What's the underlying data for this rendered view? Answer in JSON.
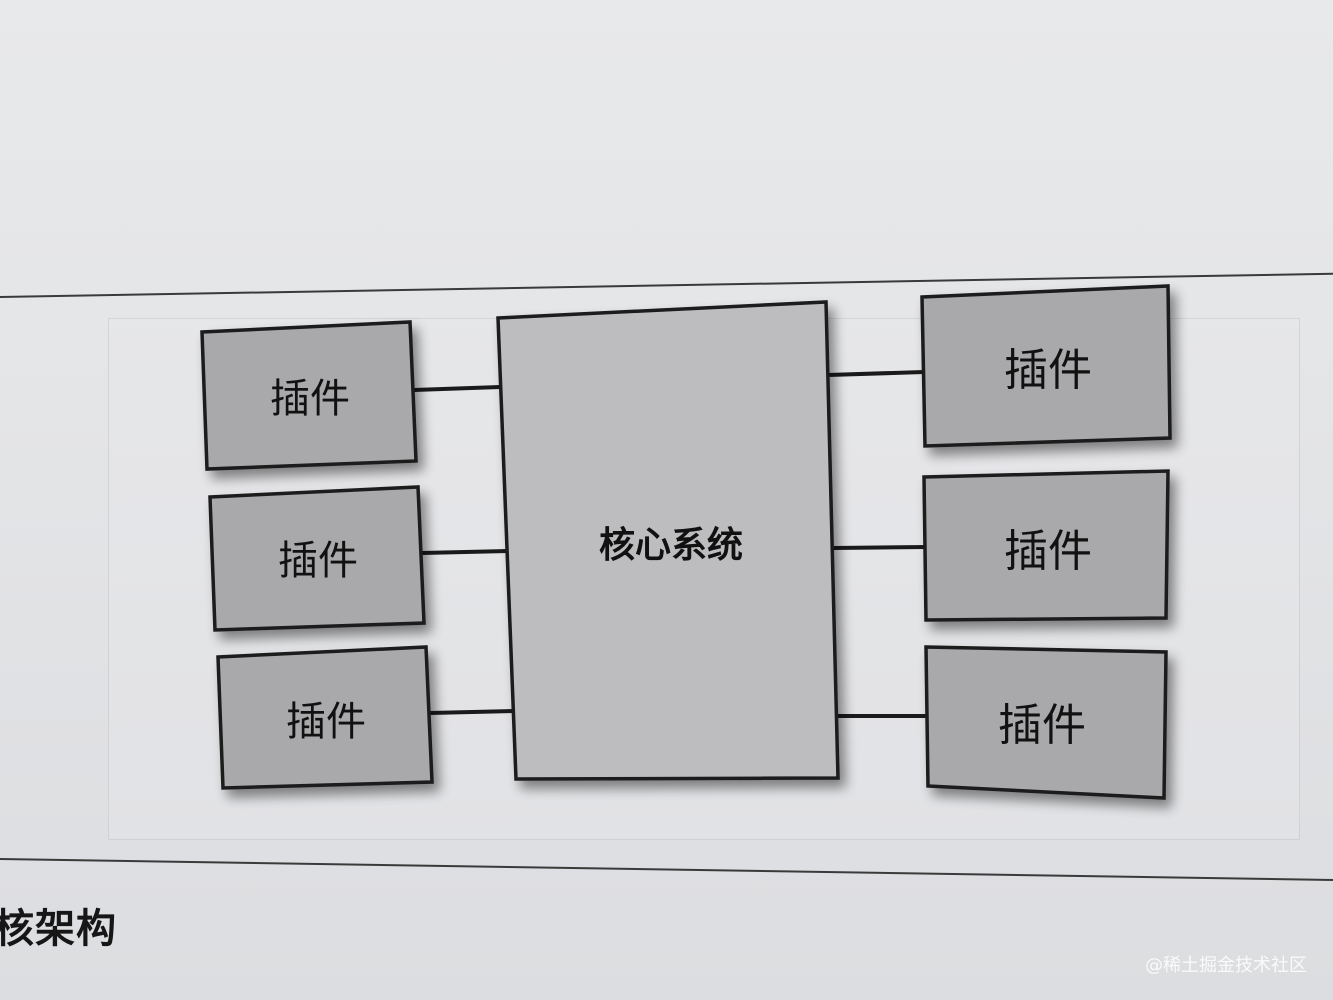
{
  "diagram": {
    "core": {
      "label": "核心系统"
    },
    "plugins_left": [
      {
        "label": "插件"
      },
      {
        "label": "插件"
      },
      {
        "label": "插件"
      }
    ],
    "plugins_right": [
      {
        "label": "插件"
      },
      {
        "label": "插件"
      },
      {
        "label": "插件"
      }
    ],
    "colors": {
      "plugin_fill": "#a9a9ab",
      "core_fill": "#bdbdbf",
      "stroke": "#1a1a1a"
    }
  },
  "caption": "核架构",
  "watermark": "@稀土掘金技术社区"
}
